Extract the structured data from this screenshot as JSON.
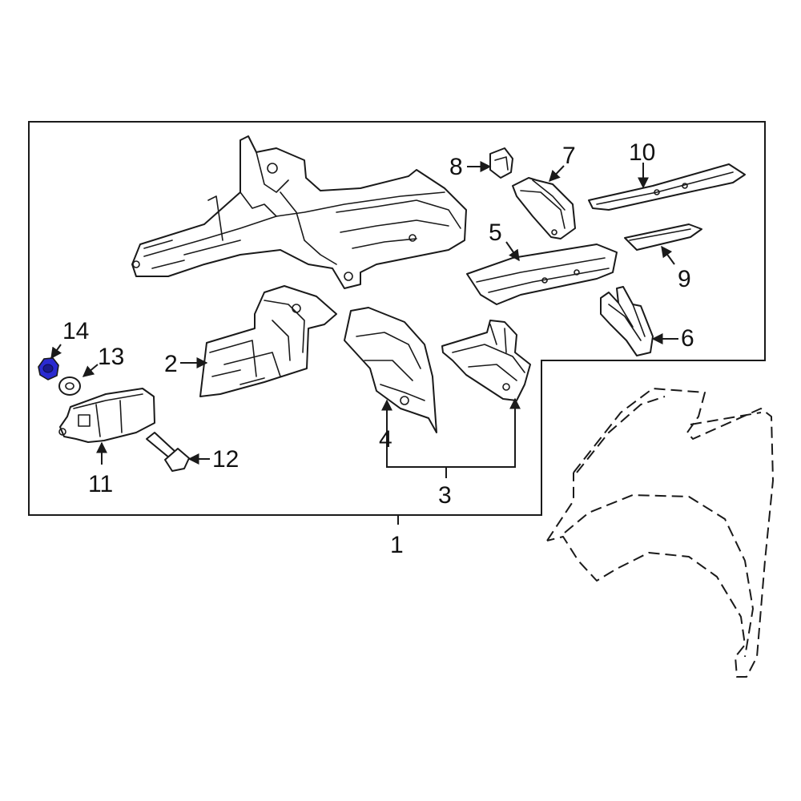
{
  "callouts": {
    "c1": "1",
    "c2": "2",
    "c3": "3",
    "c4": "4",
    "c5": "5",
    "c6": "6",
    "c7": "7",
    "c8": "8",
    "c9": "9",
    "c10": "10",
    "c11": "11",
    "c12": "12",
    "c13": "13",
    "c14": "14"
  },
  "colors": {
    "line": "#1a1a1a",
    "highlight": "#2a2ad0",
    "background": "#ffffff"
  },
  "highlighted_part": "14"
}
